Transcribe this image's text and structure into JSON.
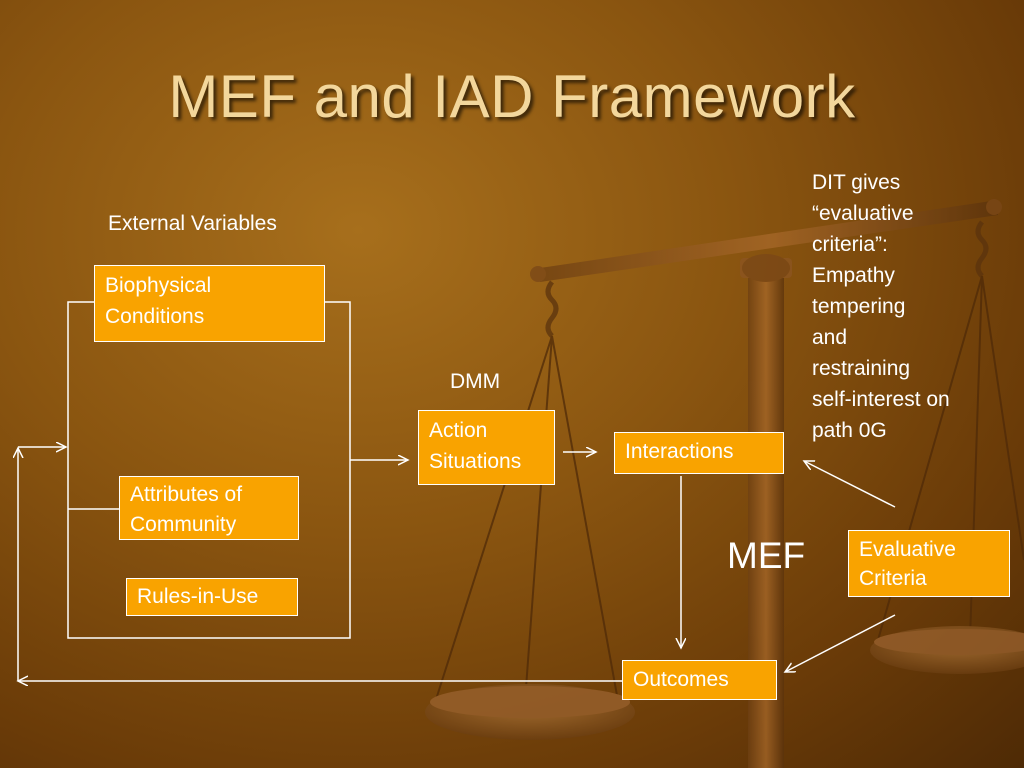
{
  "slide": {
    "title": "MEF and IAD Framework",
    "external_variables_label": "External Variables",
    "dmm_label": "DMM",
    "mef_label": "MEF",
    "dit_note_lines": [
      "DIT gives",
      "“evaluative",
      "criteria”:",
      "Empathy",
      "tempering",
      "and",
      "restraining",
      "self-interest on",
      "path 0G"
    ]
  },
  "boxes": {
    "biophysical_lines": [
      "Biophysical",
      "Conditions"
    ],
    "attributes_lines": [
      "Attributes of",
      "Community"
    ],
    "rules": "Rules-in-Use",
    "action_lines": [
      "Action",
      "Situations"
    ],
    "interactions": "Interactions",
    "evaluative_lines": [
      "Evaluative",
      "Criteria"
    ],
    "outcomes": "Outcomes"
  },
  "colors": {
    "box_fill": "#f9a300",
    "title_text": "#f3d79c",
    "background": "#8a5510"
  }
}
